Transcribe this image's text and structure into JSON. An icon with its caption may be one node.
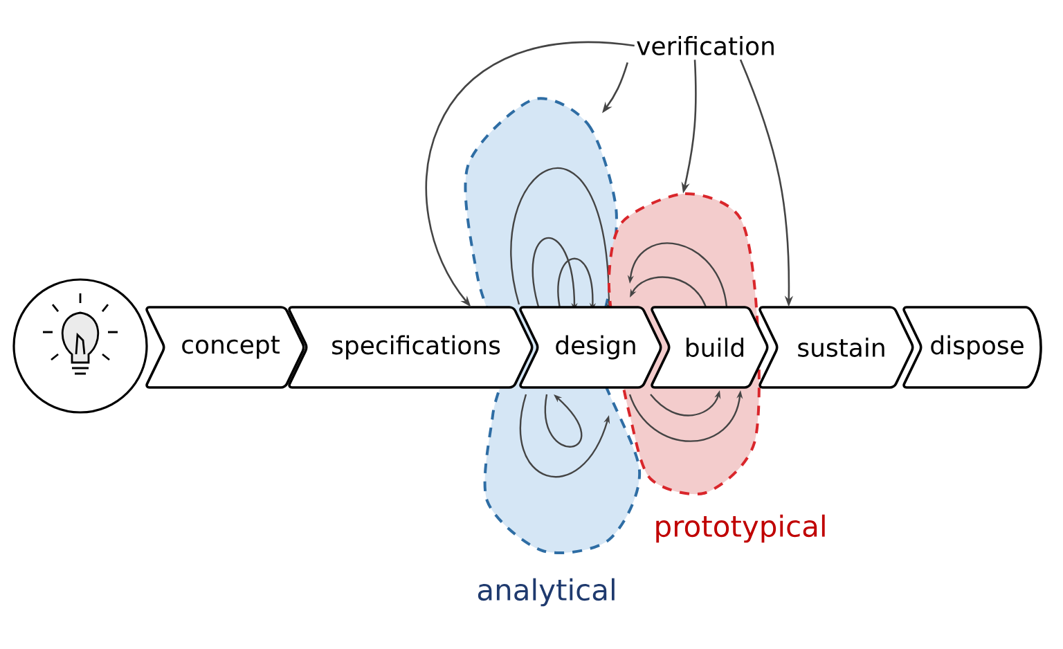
{
  "diagram": {
    "nodes": [
      {
        "text": [],
        "shape": "picture"
      },
      {
        "text": [
          "concept"
        ]
      },
      {
        "text": [
          "specifications"
        ]
      },
      {
        "text": [
          "design"
        ]
      },
      {
        "text": [
          "build"
        ]
      },
      {
        "text": [
          "sustain"
        ]
      },
      {
        "text": [
          "dispose"
        ]
      },
      {
        "text": [
          "verification"
        ]
      },
      {
        "text": [],
        "shape": "cloud",
        "beside": [
          "analytical"
        ]
      },
      {
        "text": [],
        "shape": "cloud",
        "beside": [
          "prototypical"
        ]
      }
    ],
    "edges": [
      {
        "from": 7,
        "to": 2,
        "arrow": "to"
      },
      {
        "from": 7,
        "to": 8,
        "arrow": "to"
      },
      {
        "from": 7,
        "to": 9,
        "arrow": "to"
      },
      {
        "from": 7,
        "to": 5,
        "arrow": "to"
      }
    ]
  }
}
